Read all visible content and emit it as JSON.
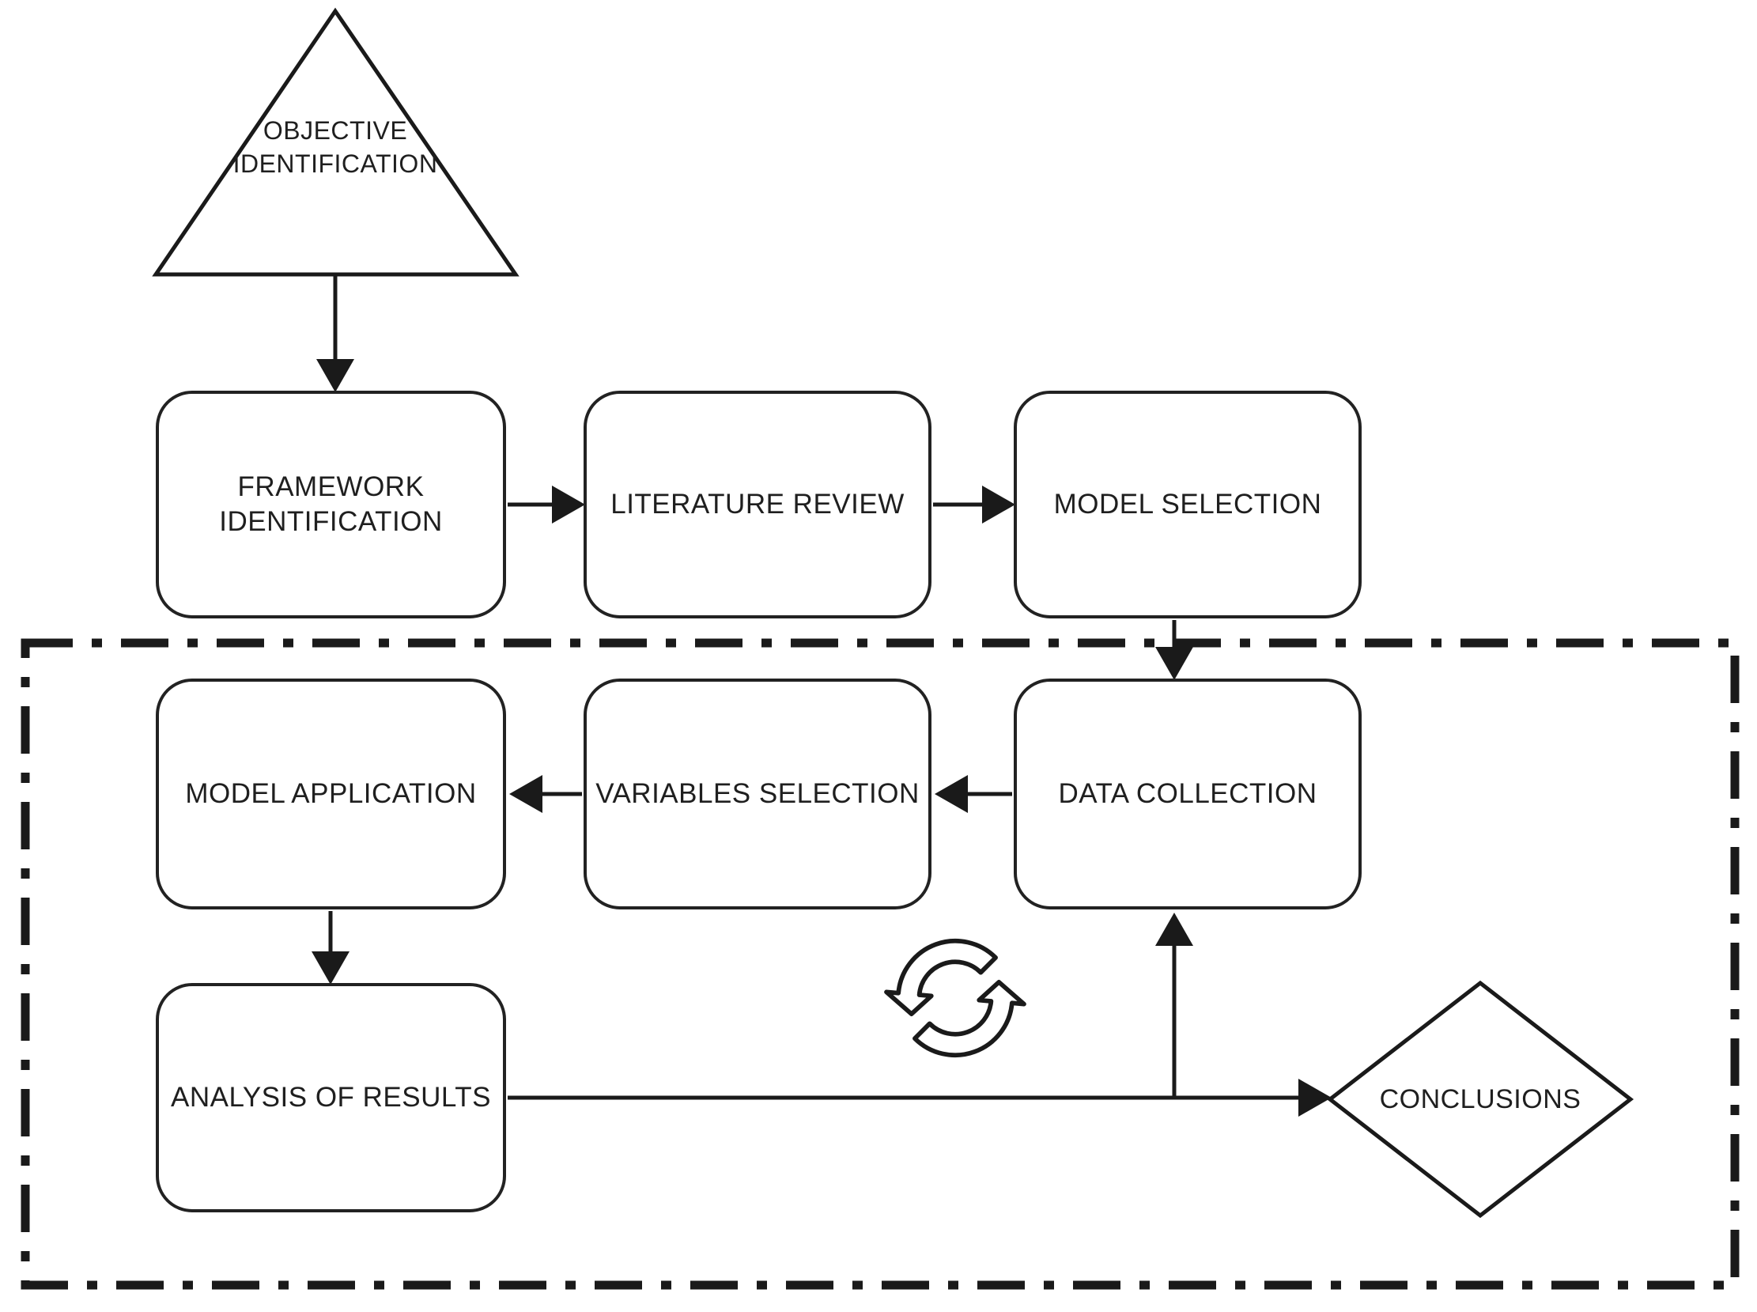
{
  "nodes": {
    "objective": {
      "line1": "OBJECTIVE",
      "line2": "IDENTIFICATION"
    },
    "framework": {
      "line1": "FRAMEWORK",
      "line2": "IDENTIFICATION"
    },
    "literature": {
      "label": "LITERATURE REVIEW"
    },
    "model_selection": {
      "label": "MODEL SELECTION"
    },
    "data_collection": {
      "label": "DATA COLLECTION"
    },
    "variables_selection": {
      "label": "VARIABLES SELECTION"
    },
    "model_application": {
      "label": "MODEL APPLICATION"
    },
    "analysis_of_results": {
      "label": "ANALYSIS OF RESULTS"
    },
    "conclusions": {
      "label": "CONCLUSIONS"
    }
  },
  "icons": {
    "cycle": "cycle-refresh-icon"
  },
  "colors": {
    "line": "#1a1a1a",
    "box_border": "#222222",
    "background": "#ffffff",
    "text": "#1f1f1f"
  }
}
